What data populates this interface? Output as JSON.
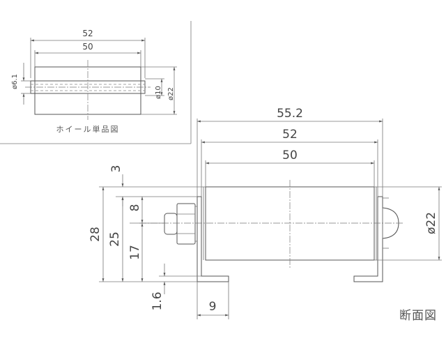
{
  "wheel_view": {
    "dim_outer": "52",
    "dim_inner": "50",
    "dim_shaft": "ø6.1",
    "dim_bore": "ø10",
    "dim_diameter": "ø22",
    "caption": "ホイール単品図"
  },
  "section_view": {
    "dim_total": "55.2",
    "dim_outer": "52",
    "dim_inner": "50",
    "dim_top_gap": "3",
    "dim_height": "28",
    "dim_mid": "25",
    "dim_axle_from_top": "8",
    "dim_axle_height": "17",
    "dim_thickness": "1.6",
    "dim_foot": "9",
    "dim_diameter": "ø22",
    "caption": "断面図"
  }
}
